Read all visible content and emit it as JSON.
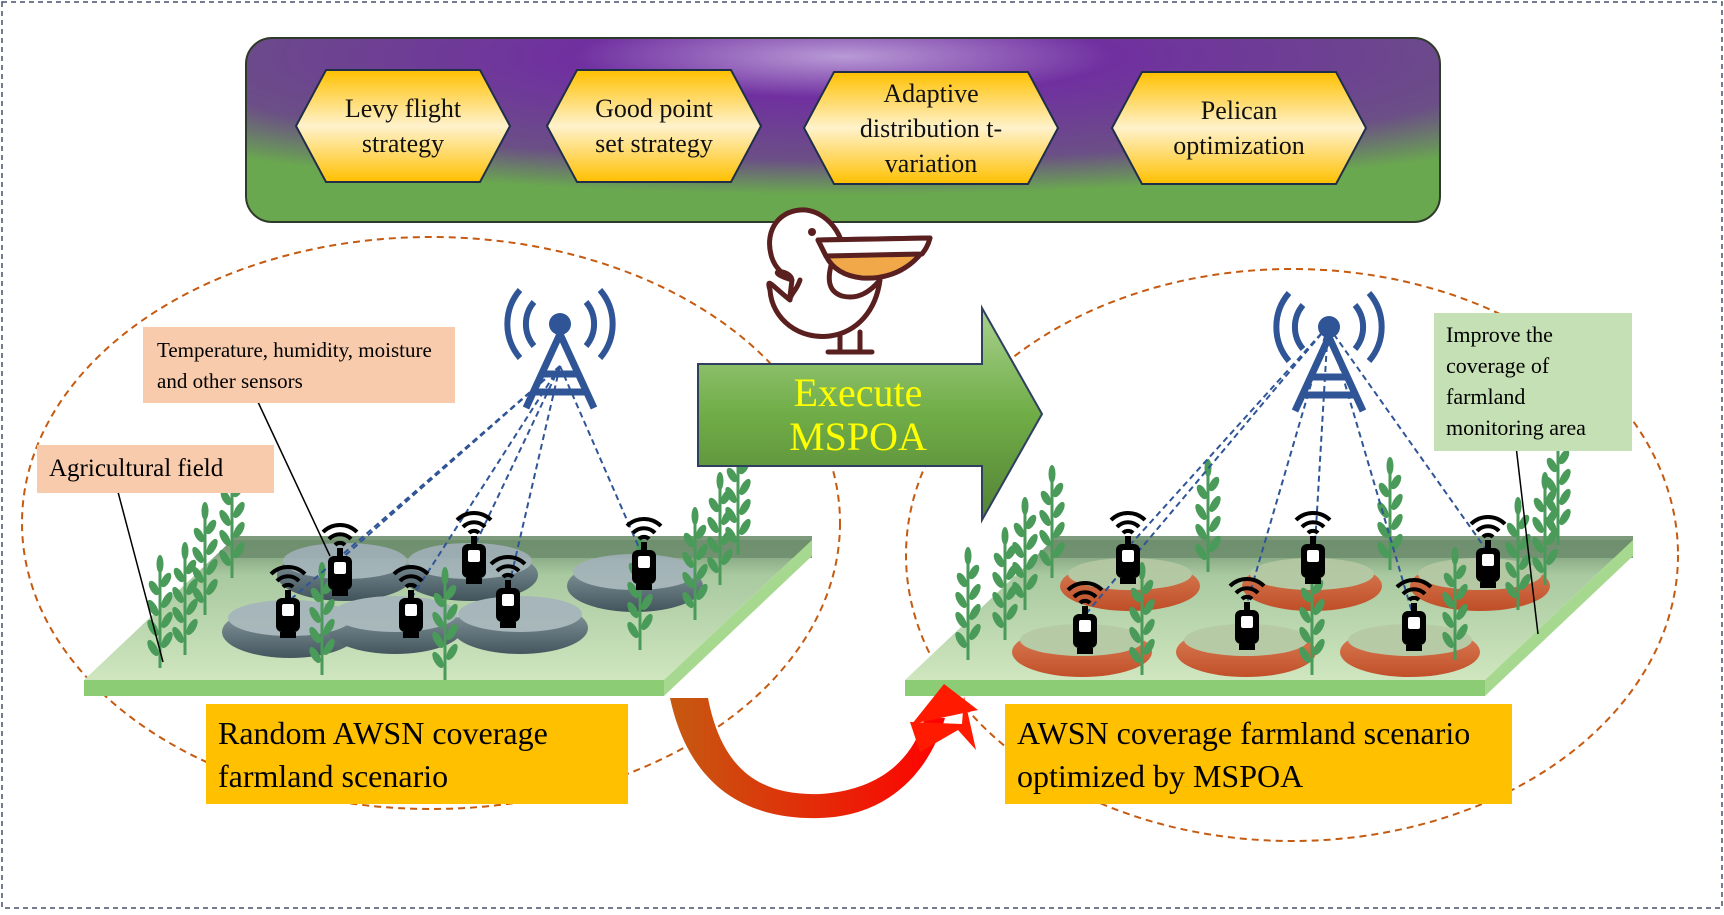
{
  "strategies": [
    {
      "label": "Levy flight strategy"
    },
    {
      "label": "Good point set strategy"
    },
    {
      "label": "Adaptive distribution t-variation"
    },
    {
      "label": "Pelican optimization"
    }
  ],
  "execute_arrow": {
    "label": "Execute MSPOA"
  },
  "left_scene": {
    "sensor_label": "Temperature, humidity, moisture and other sensors",
    "field_label": "Agricultural field",
    "caption": "Random AWSN coverage farmland scenario"
  },
  "right_scene": {
    "improve_label": "Improve the coverage of farmland monitoring area",
    "caption": "AWSN coverage farmland scenario optimized by MSPOA"
  },
  "icons": [
    "pelican-icon",
    "antenna-tower-icon",
    "wireless-sensor-icon",
    "wheat-plant-icon"
  ],
  "colors": {
    "banner_outer": "#6aa84f",
    "banner_inner": "#7030a0",
    "hexagon": "#ffd966",
    "arrow": "#70ad47",
    "arrow_text": "#ffff00",
    "caption_bg": "#ffc000",
    "left_label_bg": "#f8cbad",
    "right_label_bg": "#c5e0b4",
    "tower": "#2f5597",
    "dashed_ellipse": "#c55a11",
    "field": "#c5e0b4"
  }
}
